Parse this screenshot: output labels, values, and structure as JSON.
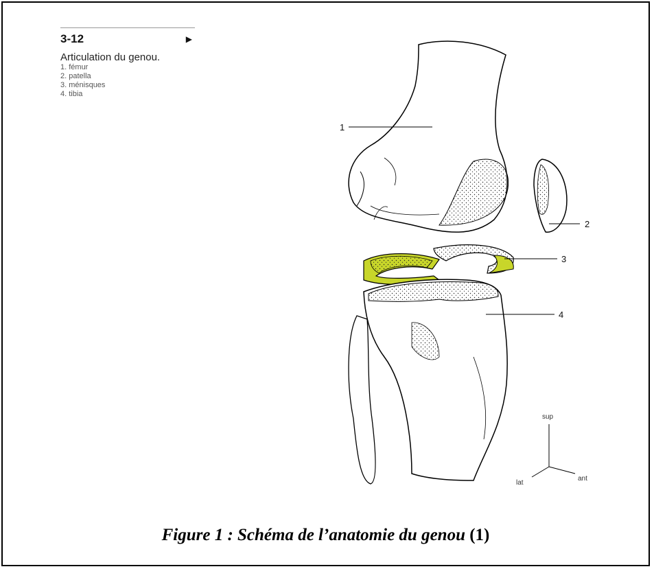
{
  "legend": {
    "number": "3-12",
    "arrow_glyph": "▶",
    "title": "Articulation du genou.",
    "items": [
      "1. fémur",
      "2. patella",
      "3. ménisques",
      "4. tibia"
    ]
  },
  "callouts": [
    "1",
    "2",
    "3",
    "4"
  ],
  "orientation": {
    "up": "sup",
    "left": "lat",
    "right": "ant"
  },
  "caption": {
    "italic": "Figure 1 : Schéma de l’anatomie du genou",
    "ref": "(1)"
  },
  "colors": {
    "meniscus": "#c8d62a",
    "line": "#000000"
  }
}
